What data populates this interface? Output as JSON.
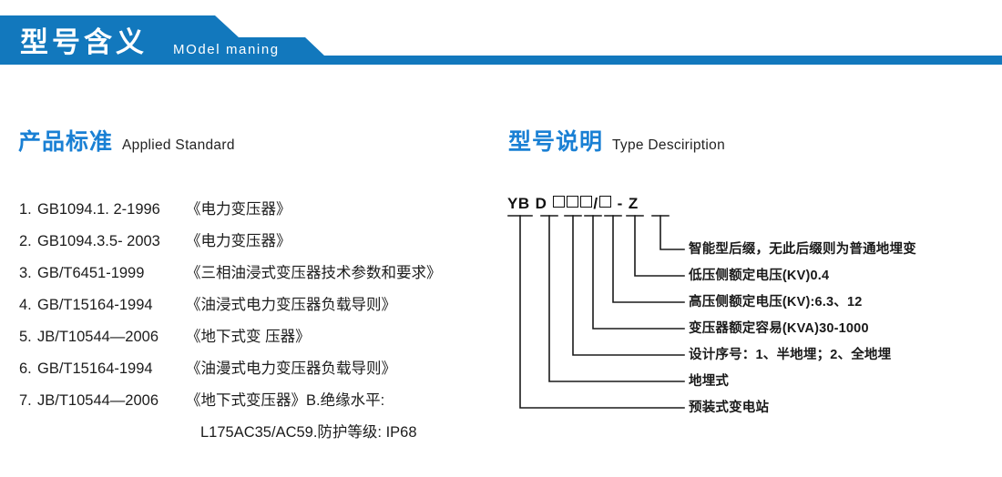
{
  "banner": {
    "title": "型号含义",
    "subtitle": "MOdel maning",
    "color": "#1278bd"
  },
  "sections": {
    "standard": {
      "cn": "产品标准",
      "en": "Applied Standard"
    },
    "type": {
      "cn": "型号说明",
      "en": "Type Desciription"
    }
  },
  "accent_color": "#1a80d4",
  "standards": [
    {
      "index": "1.",
      "code": "GB1094.1. 2-1996",
      "title": "《电力变压器》"
    },
    {
      "index": "2.",
      "code": "GB1094.3.5- 2003",
      "title": "《电力变压器》"
    },
    {
      "index": "3.",
      "code": "GB/T6451-1999",
      "title": "《三相油浸式变压器技术参数和要求》"
    },
    {
      "index": "4.",
      "code": "GB/T15164-1994",
      "title": "《油浸式电力变压器负载导则》"
    },
    {
      "index": "5.",
      "code": "JB/T10544—2006",
      "title": "《地下式变 压器》"
    },
    {
      "index": "6.",
      "code": "GB/T15164-1994",
      "title": "《油漫式电力变压器负载导则》"
    },
    {
      "index": "7.",
      "code": "JB/T10544—2006",
      "title": "《地下式变压器》B.绝缘水平:"
    }
  ],
  "standards_continuation": "L175AC35/AC59.防护等级: IP68",
  "type_code": {
    "segments": [
      "YB",
      "D",
      "box",
      "box",
      "box",
      "/",
      "box",
      "-",
      "Z"
    ],
    "display": "YB D □□□/□ - Z"
  },
  "type_labels": [
    "智能型后缀，无此后缀则为普通地埋变",
    "低压侧额定电压(KV)0.4",
    "高压侧额定电压(KV):6.3、12",
    "变压器额定容易(KVA)30-1000",
    "设计序号：1、半地埋；2、全地埋",
    "地埋式",
    "预装式变电站"
  ]
}
